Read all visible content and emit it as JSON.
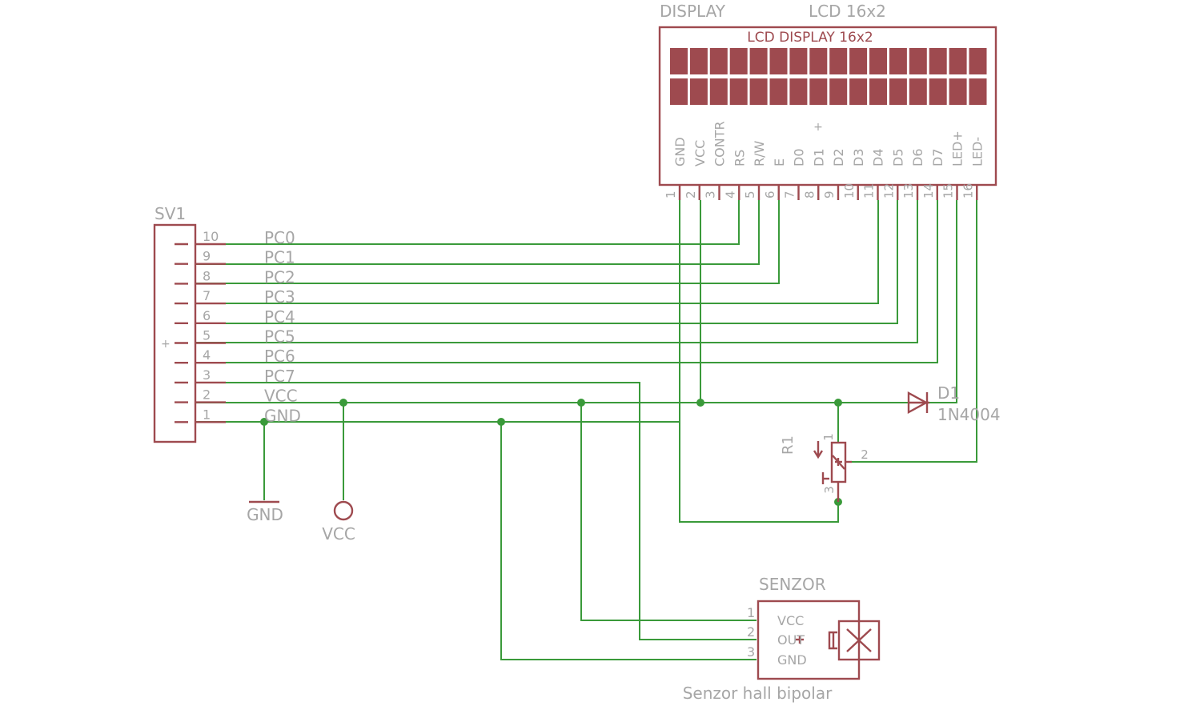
{
  "display": {
    "name": "DISPLAY",
    "value": "LCD 16x2",
    "title": "LCD DISPLAY 16x2",
    "pin_labels": [
      "GND",
      "VCC",
      "CONTR",
      "RS",
      "R/W",
      "E",
      "D0",
      "D1",
      "D2",
      "D3",
      "D4",
      "D5",
      "D6",
      "D7",
      "LED+",
      "LED-"
    ],
    "pin_numbers": [
      "1",
      "2",
      "3",
      "4",
      "5",
      "6",
      "7",
      "8",
      "9",
      "10",
      "11",
      "12",
      "13",
      "14",
      "15",
      "16"
    ],
    "plus_mark": "+"
  },
  "header": {
    "name": "SV1",
    "plus_mark": "+",
    "pin_numbers": [
      "10",
      "9",
      "8",
      "7",
      "6",
      "5",
      "4",
      "3",
      "2",
      "1"
    ],
    "signals": [
      "PC0",
      "PC1",
      "PC2",
      "PC3",
      "PC4",
      "PC5",
      "PC6",
      "PC7",
      "VCC",
      "GND"
    ]
  },
  "supplies": {
    "gnd": "GND",
    "vcc": "VCC"
  },
  "diode": {
    "name": "D1",
    "value": "1N4004"
  },
  "pot": {
    "name": "R1",
    "pin1": "1",
    "pin2": "2",
    "pin3": "3"
  },
  "sensor": {
    "name": "SENZOR",
    "value": "Senzor hall bipolar",
    "pin_numbers": [
      "1",
      "2",
      "3"
    ],
    "pin_labels": [
      "VCC",
      "OUT",
      "GND"
    ]
  },
  "colors": {
    "wire": "#3a9a3a",
    "part": "#9e4a4f",
    "text": "#a6a6a6"
  }
}
